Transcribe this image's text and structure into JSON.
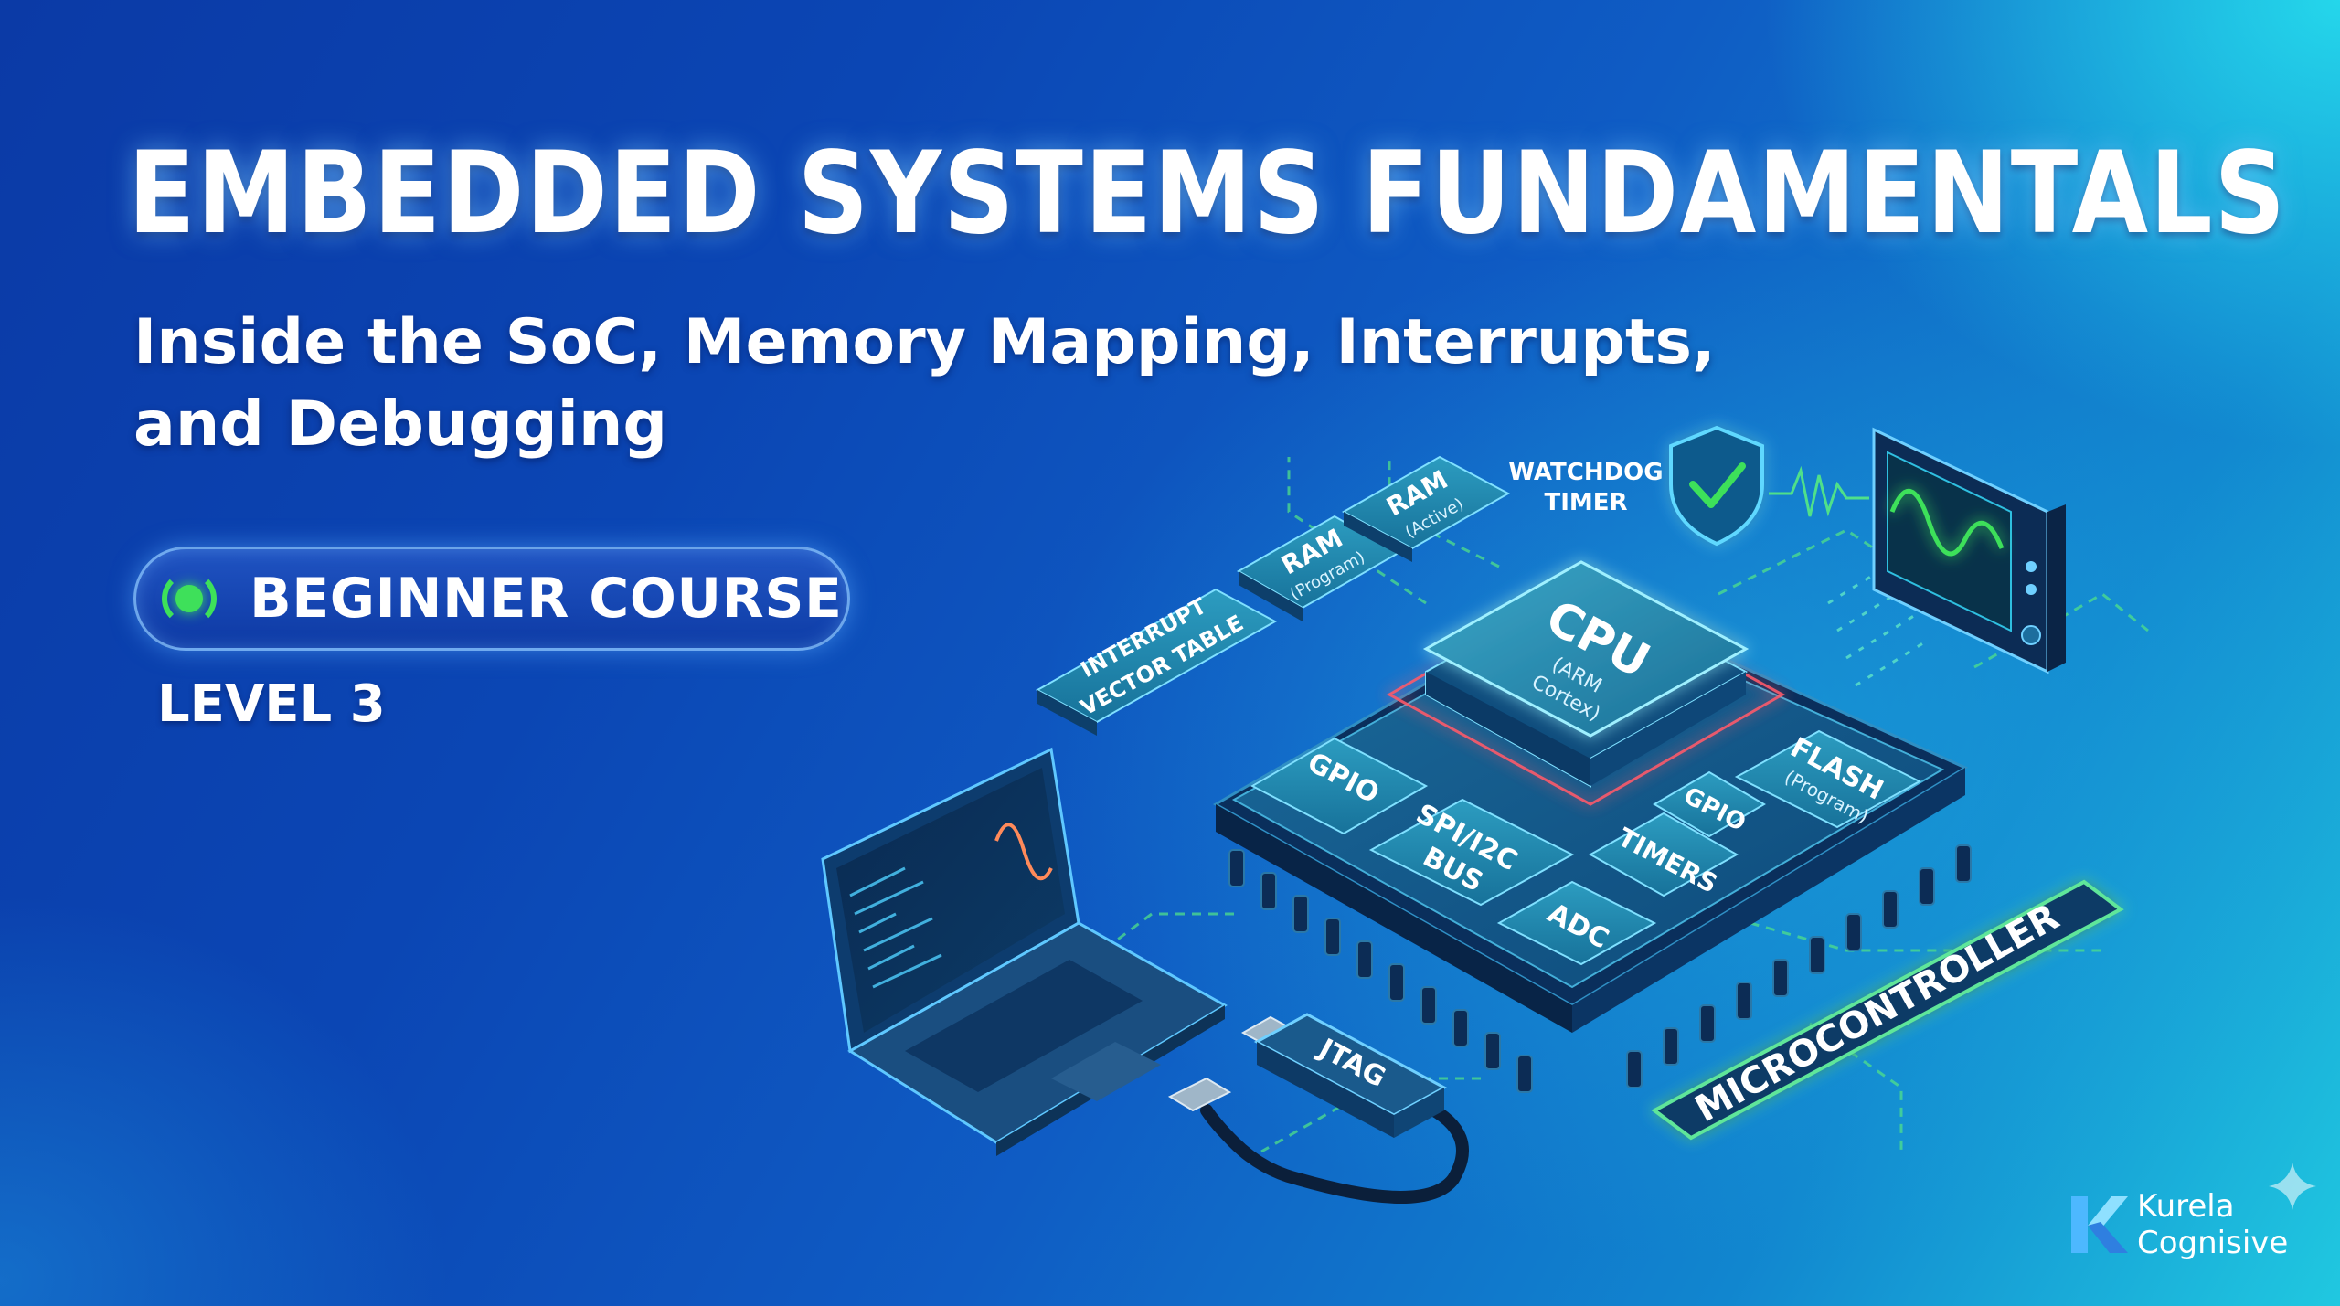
{
  "header": {
    "title": "EMBEDDED SYSTEMS FUNDAMENTALS",
    "subtitle": "Inside the SoC, Memory Mapping, Interrupts, and Debugging"
  },
  "badge": {
    "label": "BEGINNER COURSE",
    "status_color": "#3ee05a"
  },
  "level": "LEVEL 3",
  "illustration": {
    "cpu": {
      "label": "CPU",
      "sub": [
        "(ARM",
        "Cortex)"
      ]
    },
    "modules": {
      "gpio_left": "GPIO",
      "spi_i2c": [
        "SPI/I2C",
        "BUS"
      ],
      "gpio_right": "GPIO",
      "flash": "FLASH",
      "flash_sub": "(Program)",
      "timers": "TIMERS",
      "adc": "ADC"
    },
    "memory": {
      "interrupt_table": [
        "INTERRUPT",
        "VECTOR TABLE"
      ],
      "ram_program": "RAM",
      "ram_program_sub": "(Program)",
      "ram_active": "RAM",
      "ram_active_sub": "(Active)"
    },
    "watchdog": [
      "WATCHDOG",
      "TIMER"
    ],
    "debugger": "JTAG",
    "board_label": "MICROCONTROLLER",
    "icons": [
      "shield-check-icon",
      "oscilloscope-icon",
      "laptop-icon",
      "usb-cable-icon",
      "sparkle-icon"
    ]
  },
  "brand": {
    "line1": "Kurela",
    "line2": "Cognisive",
    "icon": "kurela-k-logo-icon"
  },
  "colors": {
    "accent_green": "#3ee05a",
    "accent_cyan": "#2ee6f0",
    "background_blue": "#0b46b4",
    "chip_teal": "#1f8fb3",
    "cpu_red_glow": "#ff5a6a"
  }
}
